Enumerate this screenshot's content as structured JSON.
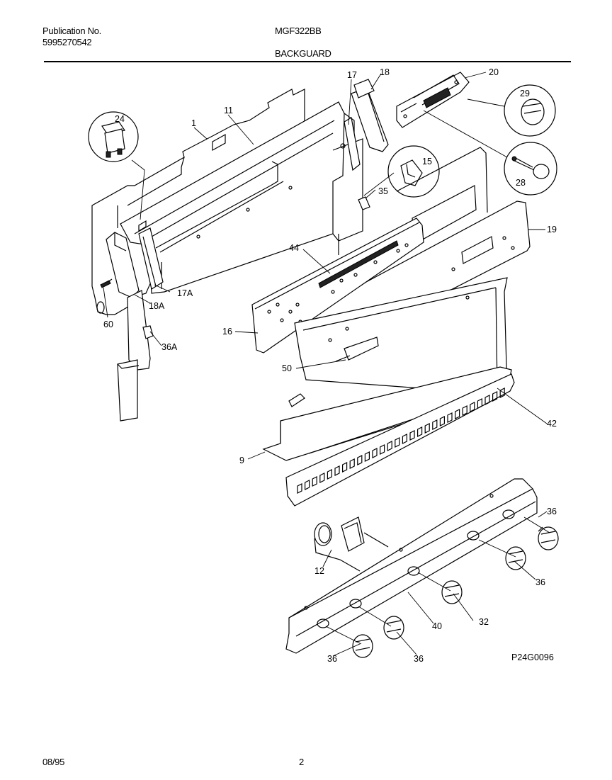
{
  "header": {
    "pub_label": "Publication No.",
    "pub_number": "5995270542",
    "model": "MGF322BB",
    "section": "BACKGUARD"
  },
  "footer": {
    "date": "08/95",
    "page": "2",
    "drawing_id": "P24G0096"
  },
  "callouts": {
    "c1": "1",
    "c11": "11",
    "c24": "24",
    "c17": "17",
    "c18": "18",
    "c20": "20",
    "c29": "29",
    "c28": "28",
    "c15": "15",
    "c35": "35",
    "c19": "19",
    "c44": "44",
    "c17a": "17A",
    "c18a": "18A",
    "c60": "60",
    "c16": "16",
    "c36a": "36A",
    "c50": "50",
    "c42": "42",
    "c9": "9",
    "c36_right_top": "36",
    "c12": "12",
    "c36_right_mid": "36",
    "c32": "32",
    "c40": "40",
    "c36_bottom_left": "36",
    "c36_bottom_mid": "36"
  }
}
